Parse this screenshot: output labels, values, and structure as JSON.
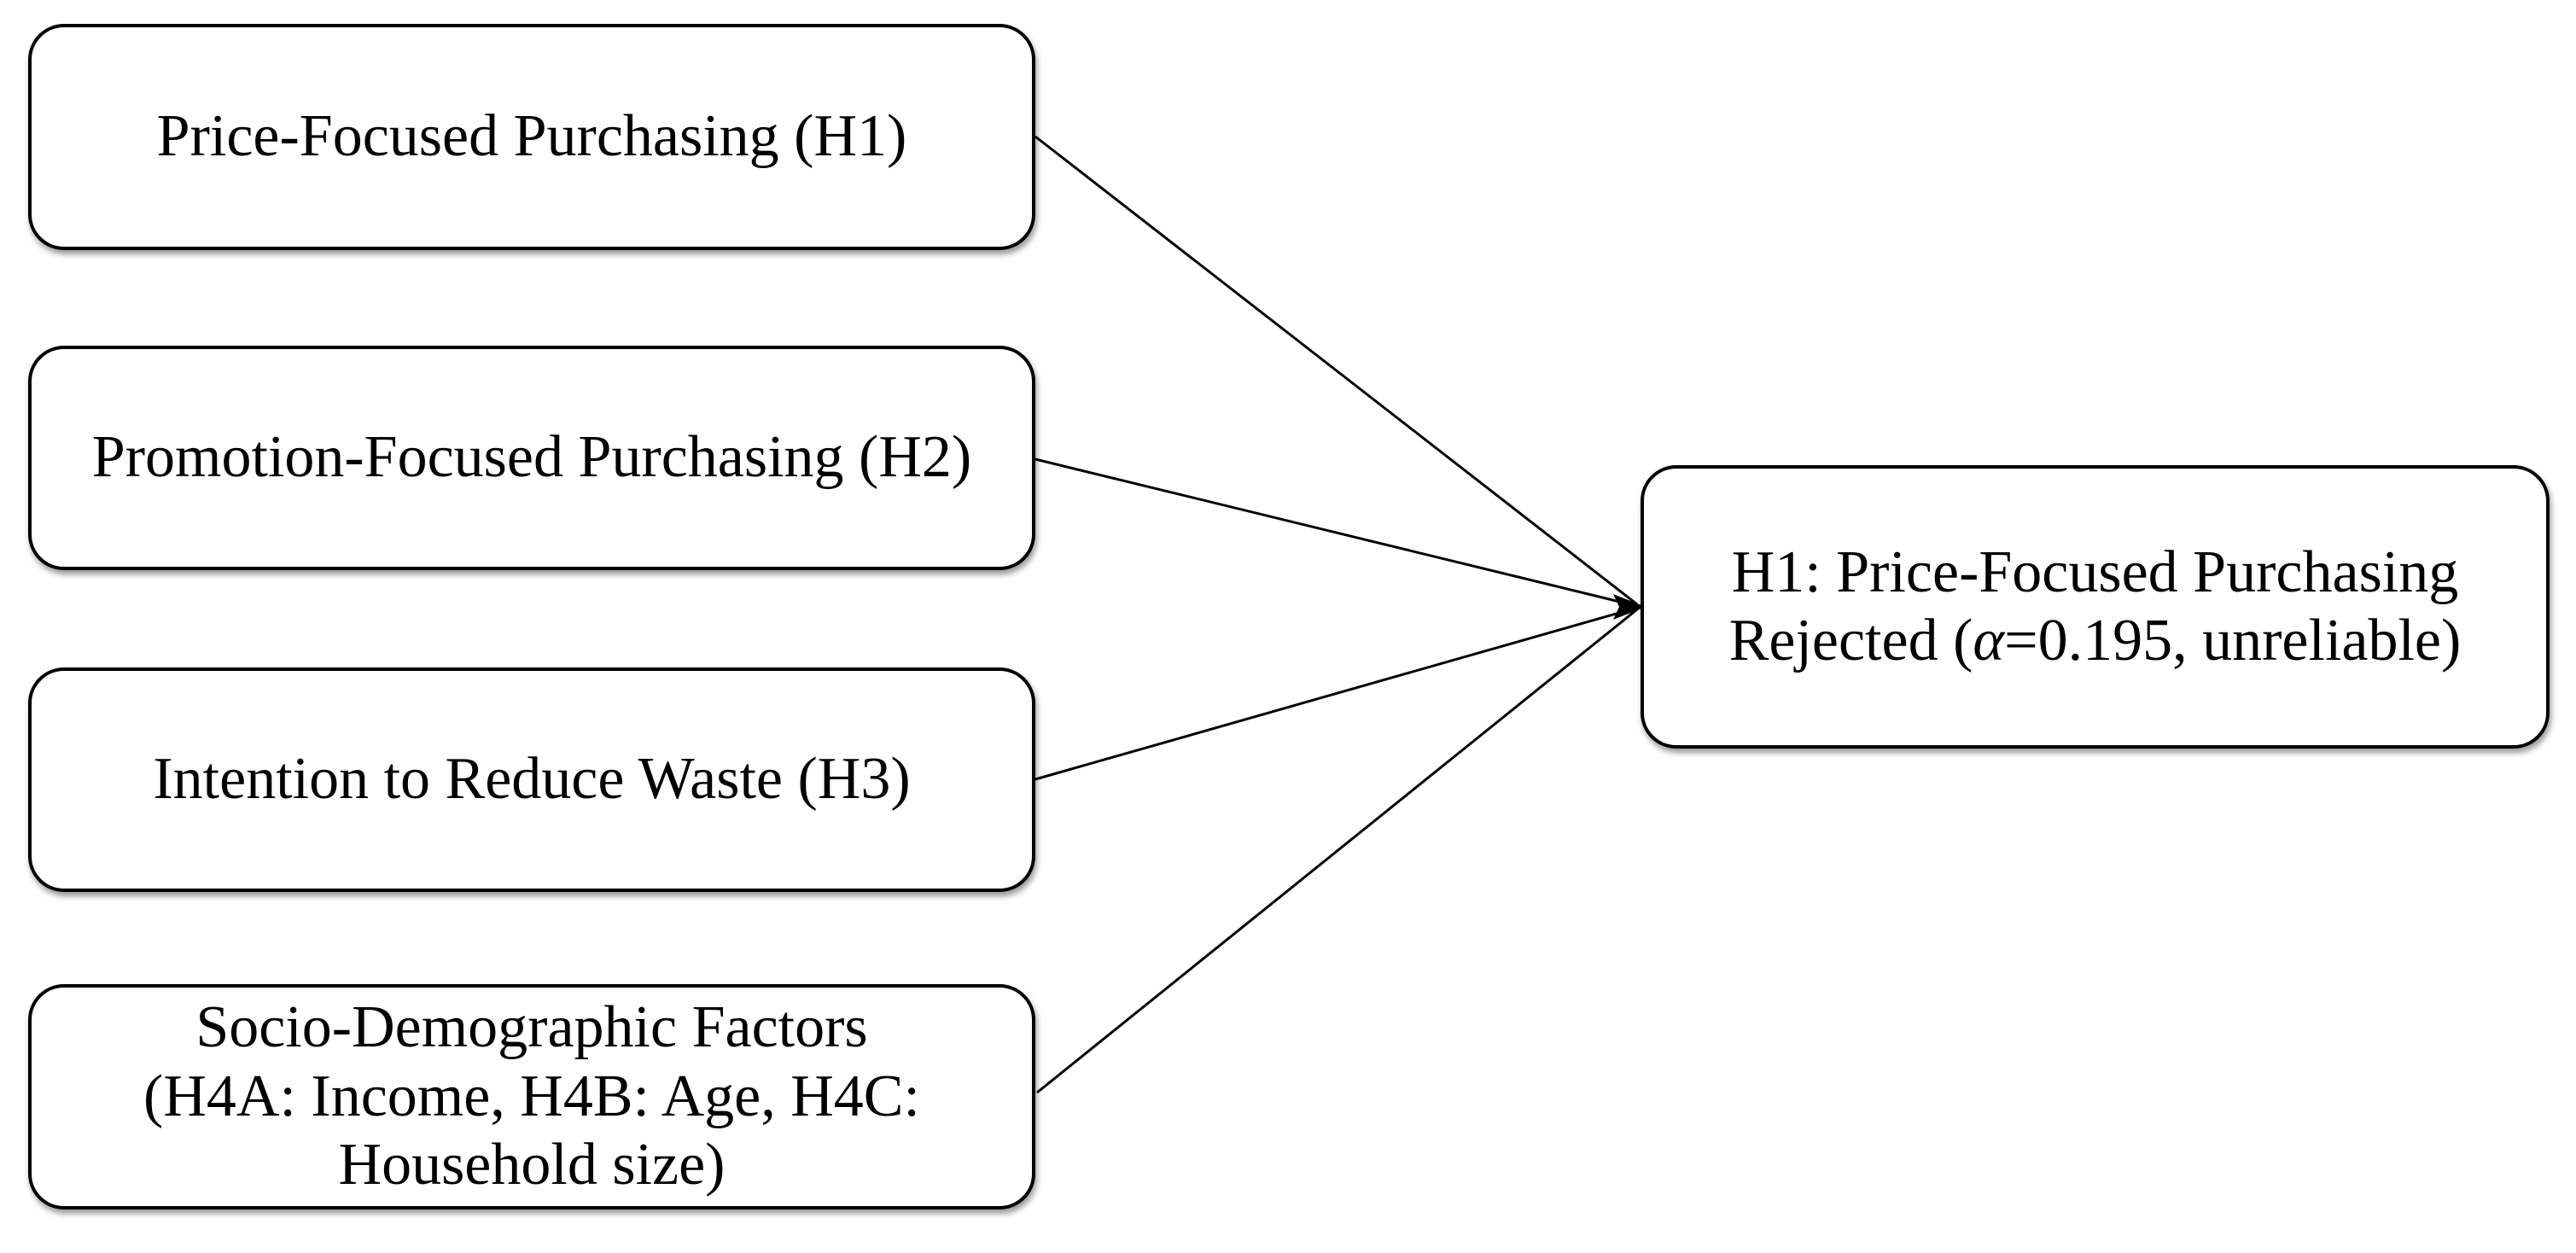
{
  "diagram": {
    "background_color": "#ffffff",
    "stroke_color": "#000000",
    "factor_boxes": [
      {
        "id": "H1",
        "lines": [
          "Price-Focused Purchasing (H1)"
        ]
      },
      {
        "id": "H2",
        "lines": [
          "Promotion-Focused Purchasing (H2)"
        ]
      },
      {
        "id": "H3",
        "lines": [
          "Intention to Reduce Waste (H3)"
        ]
      },
      {
        "id": "H4",
        "lines": [
          "Socio-Demographic Factors",
          "(H4A: Income, H4B: Age, H4C:",
          "Household size)"
        ]
      }
    ],
    "outcome_box": {
      "line1": "H1: Price-Focused Purchasing",
      "line2_before_alpha": "Rejected (",
      "alpha_symbol": "α",
      "line2_after_alpha": "=0.195, unreliable)"
    }
  }
}
